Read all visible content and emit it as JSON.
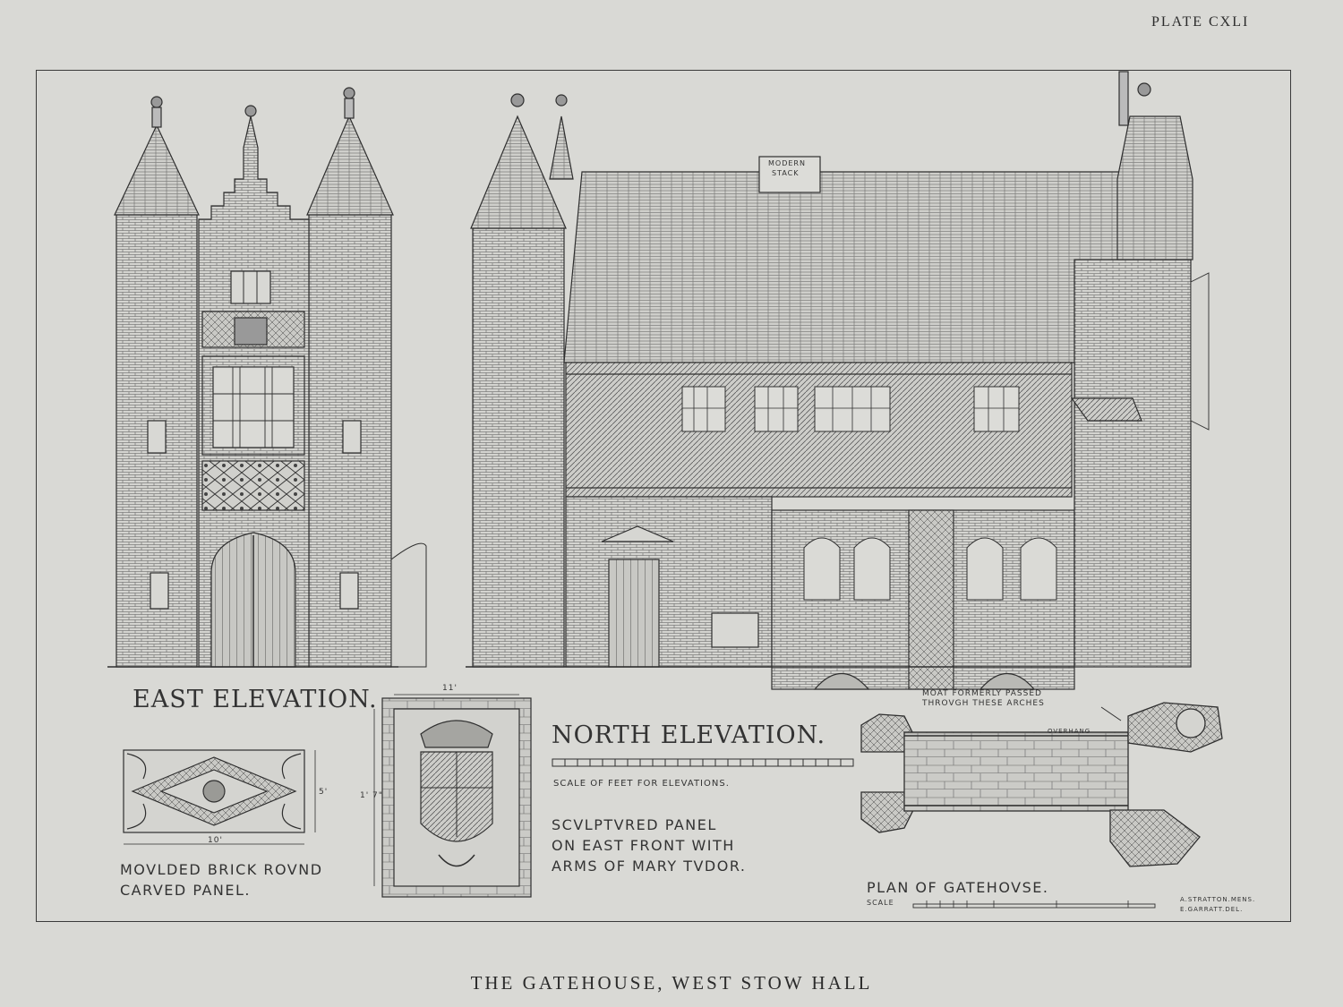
{
  "plate": "PLATE   CXLI",
  "caption": "THE GATEHOUSE, WEST STOW HALL",
  "labels": {
    "east_elevation": "EAST ELEVATION.",
    "north_elevation": "NORTH ELEVATION.",
    "scale_elevations": "SCALE OF FEET FOR ELEVATIONS.",
    "panel_line1": "MOVLDED BRICK ROVND",
    "panel_line2": "CARVED PANEL.",
    "sculptured_line1": "SCVLPTVRED PANEL",
    "sculptured_line2": "ON EAST FRONT WITH",
    "sculptured_line3": "ARMS OF MARY TVDOR.",
    "plan": "PLAN OF GATEHOVSE.",
    "moat_line1": "MOAT FORMERLY PASSED",
    "moat_line2": "THROVGH THESE ARCHES",
    "modern_stack_1": "MODERN",
    "modern_stack_2": "STACK",
    "overhang": "OVERHANG",
    "dim_11": "11'",
    "dim_10": "10'",
    "dim_5": "5'",
    "dim_1_7": "1' 7\"",
    "signature_1": "A.STRATTON.MENS.",
    "signature_2": "E.GARRATT.DEL.",
    "plan_scale": "SCALE"
  }
}
